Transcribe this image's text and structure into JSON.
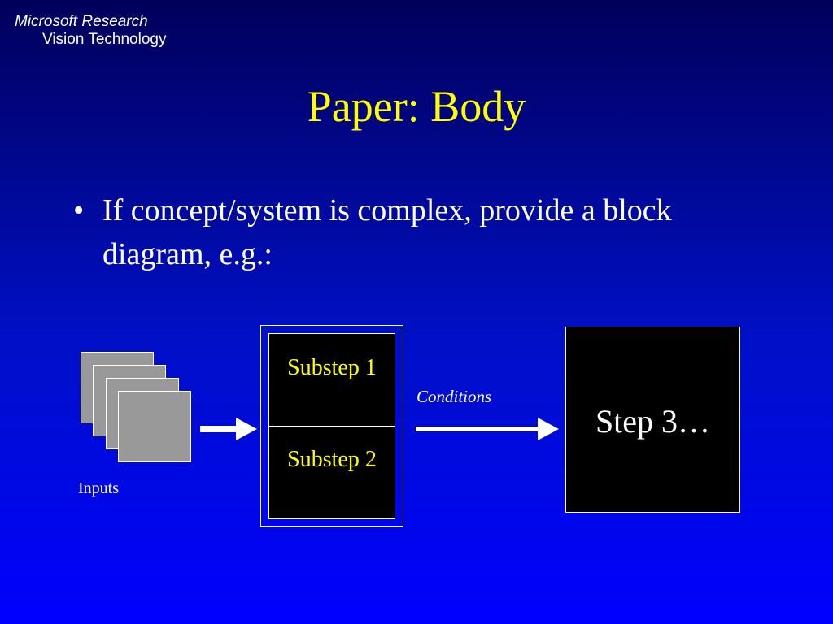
{
  "header": {
    "brand_line1": "Microsoft Research",
    "brand_line2": "Vision Technology"
  },
  "slide": {
    "title": "Paper: Body",
    "bullet_symbol": "•",
    "bullet_text": "If concept/system is complex, provide a block diagram, e.g.:"
  },
  "diagram": {
    "inputs_label": "Inputs",
    "substep1": "Substep 1",
    "substep2": "Substep 2",
    "conditions_label": "Conditions",
    "step3": "Step 3…"
  },
  "colors": {
    "title": "#ffff00",
    "text": "#ffffff",
    "box_fill": "#000000",
    "page_fill": "#999999"
  }
}
